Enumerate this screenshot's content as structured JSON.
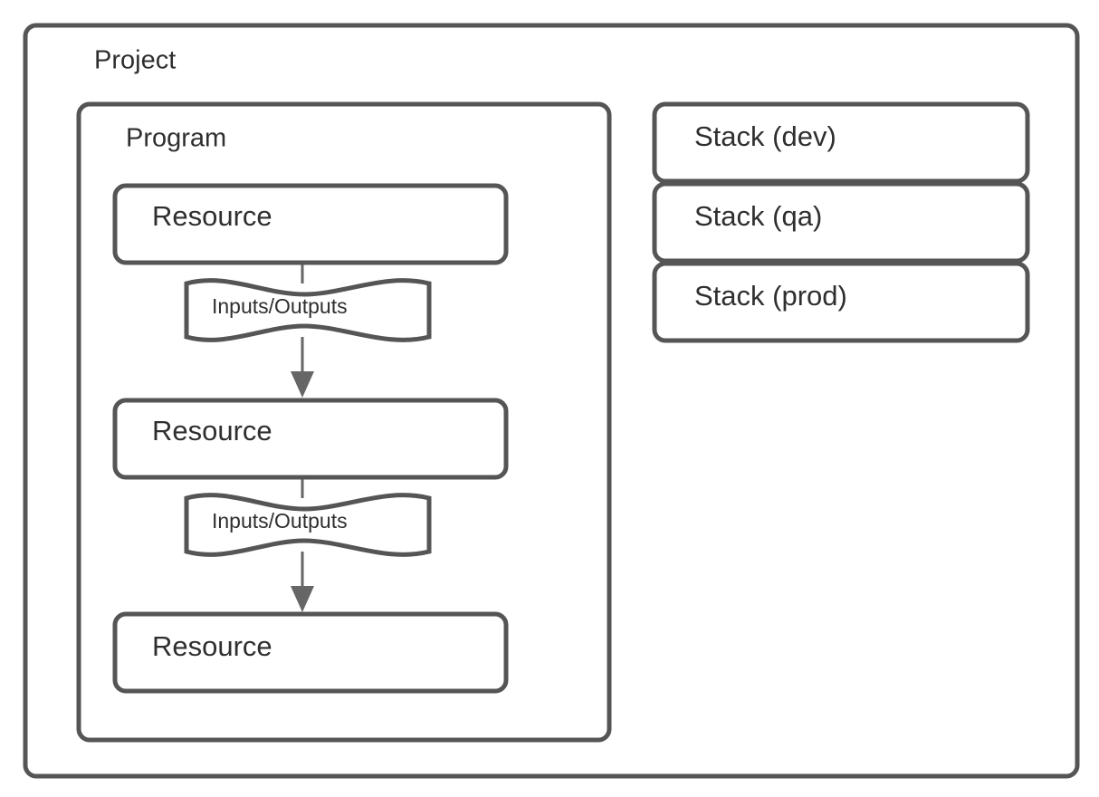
{
  "diagram": {
    "title": "Pulumi Project / Program / Stack architecture diagram",
    "colors": {
      "stroke": "#555555",
      "text": "#2f2f2f",
      "connector": "#666666",
      "background": "#ffffff"
    },
    "project": {
      "label": "Project",
      "program": {
        "label": "Program",
        "resources": [
          {
            "label": "Resource"
          },
          {
            "label": "Resource"
          },
          {
            "label": "Resource"
          }
        ],
        "connectors": [
          {
            "label": "Inputs/Outputs"
          },
          {
            "label": "Inputs/Outputs"
          }
        ]
      },
      "stacks": [
        {
          "label": "Stack (dev)"
        },
        {
          "label": "Stack (qa)"
        },
        {
          "label": "Stack (prod)"
        }
      ]
    }
  }
}
